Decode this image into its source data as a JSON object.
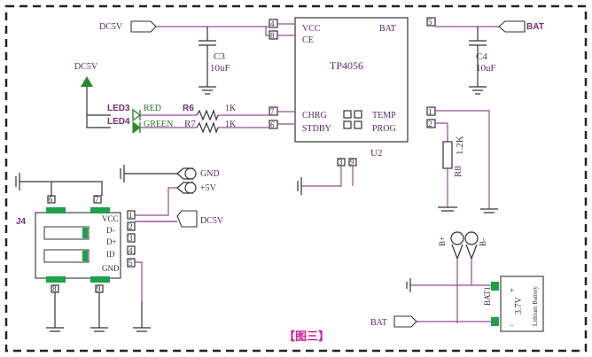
{
  "chip": {
    "name": "TP4056",
    "ref": "U2",
    "pins_left": [
      "VCC",
      "CE",
      "CHRG",
      "STDBY"
    ],
    "pins_right": [
      "BAT",
      "TEMP",
      "PROG"
    ],
    "pin_nums": {
      "vcc": "4",
      "ce": "8",
      "chrg": "7",
      "stdby": "6",
      "bat": "5",
      "temp": "1",
      "prog": "2",
      "gnd": "3",
      "gnd2": "9"
    }
  },
  "nets": {
    "dc5v": "DC5V",
    "bat": "BAT",
    "gnd": "GND",
    "plus5v": "+5V",
    "b_plus": "B+",
    "b_minus": "B-"
  },
  "c3": {
    "ref": "C3",
    "value": "10uF"
  },
  "c4": {
    "ref": "C4",
    "value": "10uF"
  },
  "r6": {
    "ref": "R6",
    "value": "1K"
  },
  "r7": {
    "ref": "R7",
    "value": "1K"
  },
  "r8": {
    "ref": "R8",
    "value": "1.2K"
  },
  "led3": {
    "ref": "LED3",
    "color": "RED"
  },
  "led4": {
    "ref": "LED4",
    "color": "GREEN"
  },
  "j4": {
    "ref": "J4",
    "pins": [
      "VCC",
      "D-",
      "D+",
      "ID",
      "GND"
    ],
    "pin_nums": [
      "1",
      "2",
      "3",
      "4",
      "5"
    ],
    "shield": [
      "6",
      "7",
      "8",
      "9"
    ]
  },
  "battery": {
    "voltage": "3.7V",
    "label": "Lithium Battery",
    "ref": "BAT1"
  },
  "caption": "【图三】",
  "colors": {
    "wire": "#9a4a9a",
    "led": "#2c8a2c",
    "caption": "#d0209a",
    "border": "#222222"
  }
}
